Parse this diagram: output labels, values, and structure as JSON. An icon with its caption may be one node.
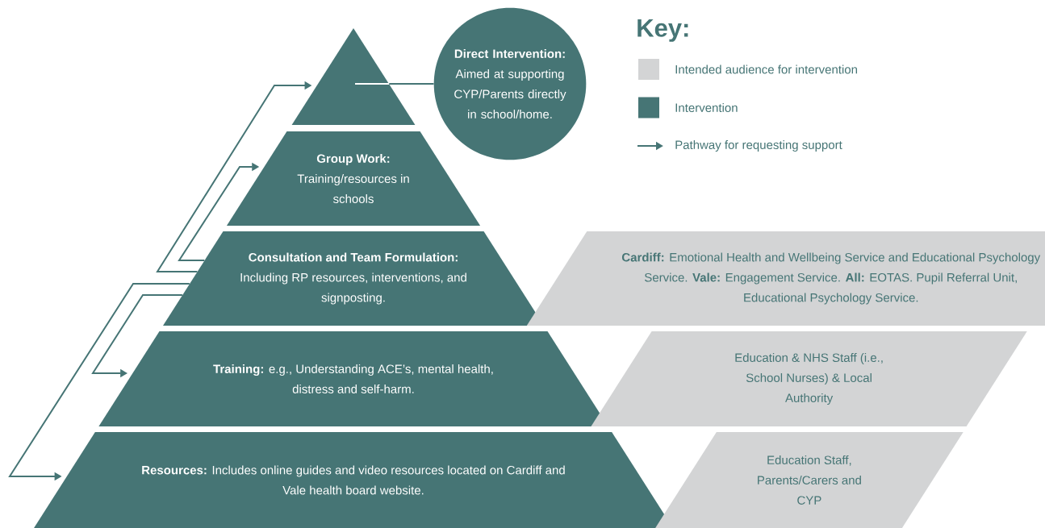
{
  "diagram": {
    "nodes": [
      {
        "text": [],
        "shape": "triangle"
      },
      {
        "text": [
          "Group Work:",
          "Training/resources in schools"
        ]
      },
      {
        "text": [
          "Consultation and Team Formulation:",
          "Including RP resources, interventions, and signposting."
        ]
      },
      {
        "text": [
          "**Training:** e.g., Understanding ACE’s, mental health, distress and self-harm."
        ]
      },
      {
        "text": [
          "**Resources:** Includes online guides and video resources located on Cardiff and Vale health board website."
        ]
      },
      {
        "text": [
          "Direct Intervention:",
          "Aimed at supporting CYP/Parents directly in school/home."
        ]
      },
      {
        "text": [
          "**Cardiff:** Emotional Health and Wellbeing Service and Educational Psychology Service.  **Vale:** Engagement Service. **All:** EOTAS. Pupil Referral Unit, Educational Psychology Service."
        ]
      },
      {
        "text": [
          "Education & NHS Staff (i.e., School Nurses) & Local Authority"
        ]
      },
      {
        "text": [
          "Education Staff, Parents/Carers and CYP"
        ]
      }
    ],
    "edges": [
      {
        "from": 2,
        "to": 0,
        "arrow": "to"
      },
      {
        "from": 2,
        "to": 1,
        "arrow": "to"
      },
      {
        "from": 2,
        "to": 3,
        "arrow": "to"
      },
      {
        "from": 2,
        "to": 4,
        "arrow": "to"
      },
      {
        "from": 5,
        "to": 0,
        "arrow": "none"
      }
    ],
    "labels": [
      "Key:"
    ],
    "legend": [
      {
        "text": "Intended audience for intervention",
        "color": "#d3d4d5"
      },
      {
        "text": "Intervention",
        "color": "#467575"
      },
      {
        "text": "Pathway for requesting support"
      }
    ]
  }
}
